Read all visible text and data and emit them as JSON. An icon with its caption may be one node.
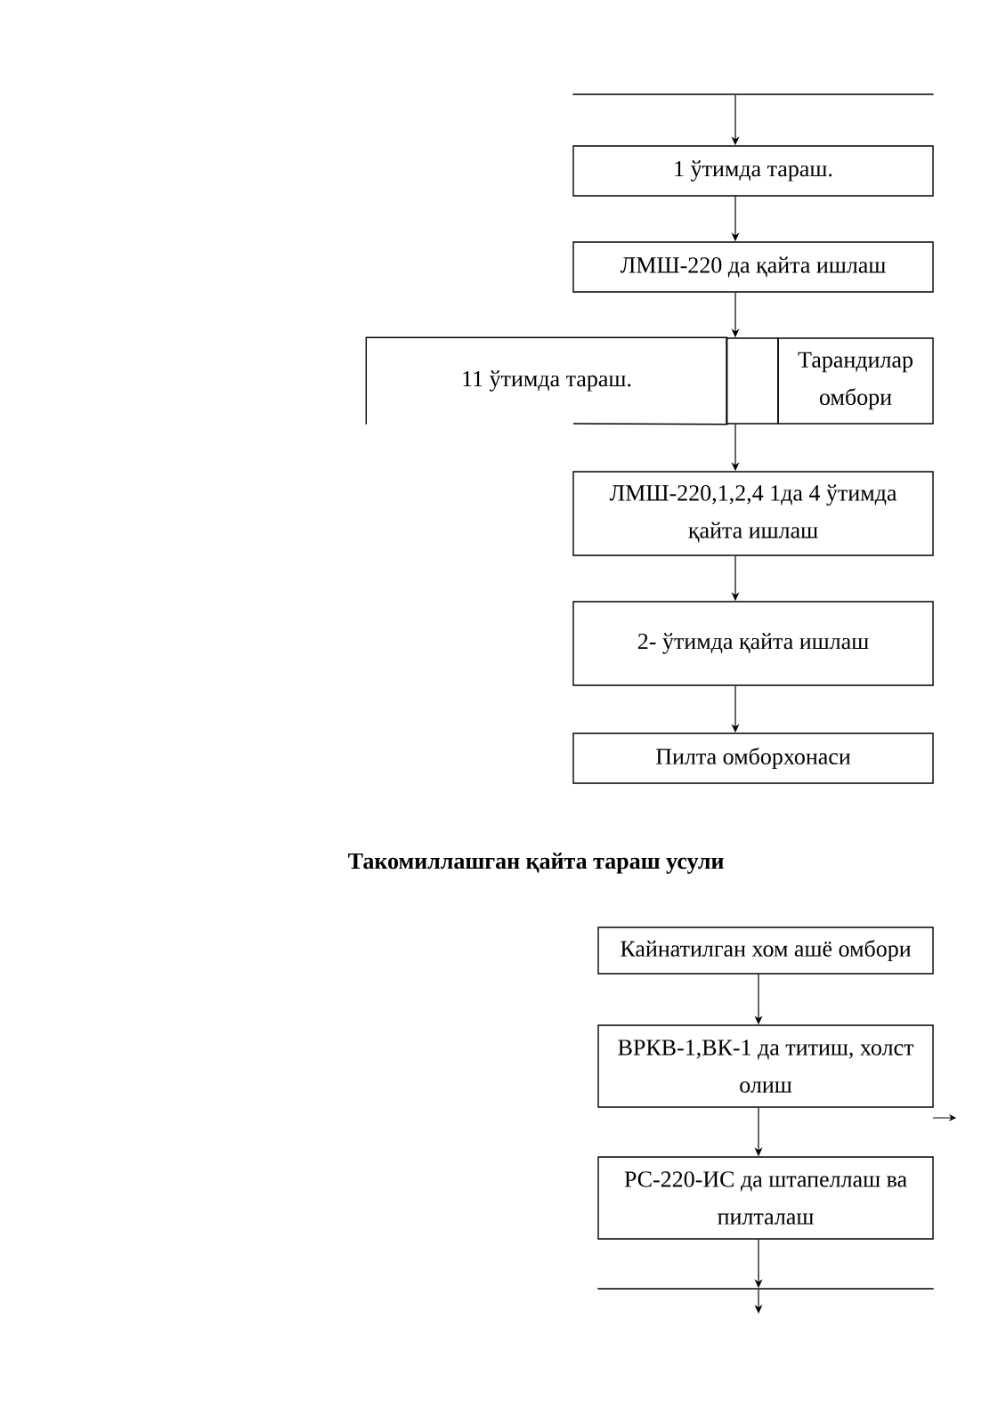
{
  "diagram": {
    "title": "Такомиллашган қайта тараш усули",
    "nodes": [
      {
        "text": [],
        "shape": "line"
      },
      {
        "text": [
          "1 ўтимда тараш."
        ]
      },
      {
        "text": [
          "ЛМШ-220 да қайта ишлаш"
        ]
      },
      {
        "text": [
          "11 ўтимда тараш."
        ]
      },
      {
        "text": [],
        "shape": "box"
      },
      {
        "text": [
          "Тарандилар омбори"
        ]
      },
      {
        "text": [
          "ЛМШ-220,1,2,4 1да 4 ўтимда қайта ишлаш"
        ]
      },
      {
        "text": [
          "2- ўтимда қайта ишлаш"
        ]
      },
      {
        "text": [
          "Пилта омборхонаси"
        ]
      },
      {
        "text": [
          "Кайнатилган хом ашё омбори"
        ]
      },
      {
        "text": [
          "ВРКВ-1,ВК-1 да титиш, холст олиш"
        ]
      },
      {
        "text": [
          "РС-220-ИС да штапеллаш ва пилталаш"
        ]
      },
      {
        "text": [],
        "shape": "line"
      }
    ],
    "edges": [
      {
        "from": 0,
        "to": 1,
        "arrow": "to"
      },
      {
        "from": 1,
        "to": 2,
        "arrow": "to"
      },
      {
        "from": 2,
        "to": 4,
        "arrow": "to"
      },
      {
        "from": 4,
        "to": 6,
        "arrow": "to"
      },
      {
        "from": 6,
        "to": 7,
        "arrow": "to"
      },
      {
        "from": 7,
        "to": 8,
        "arrow": "to"
      },
      {
        "from": 9,
        "to": 10,
        "arrow": "to"
      },
      {
        "from": 10,
        "to": 11,
        "arrow": "to"
      },
      {
        "from": 11,
        "to": 12,
        "arrow": "to"
      },
      {
        "from": 12,
        "to": null,
        "arrow": "to"
      }
    ]
  }
}
